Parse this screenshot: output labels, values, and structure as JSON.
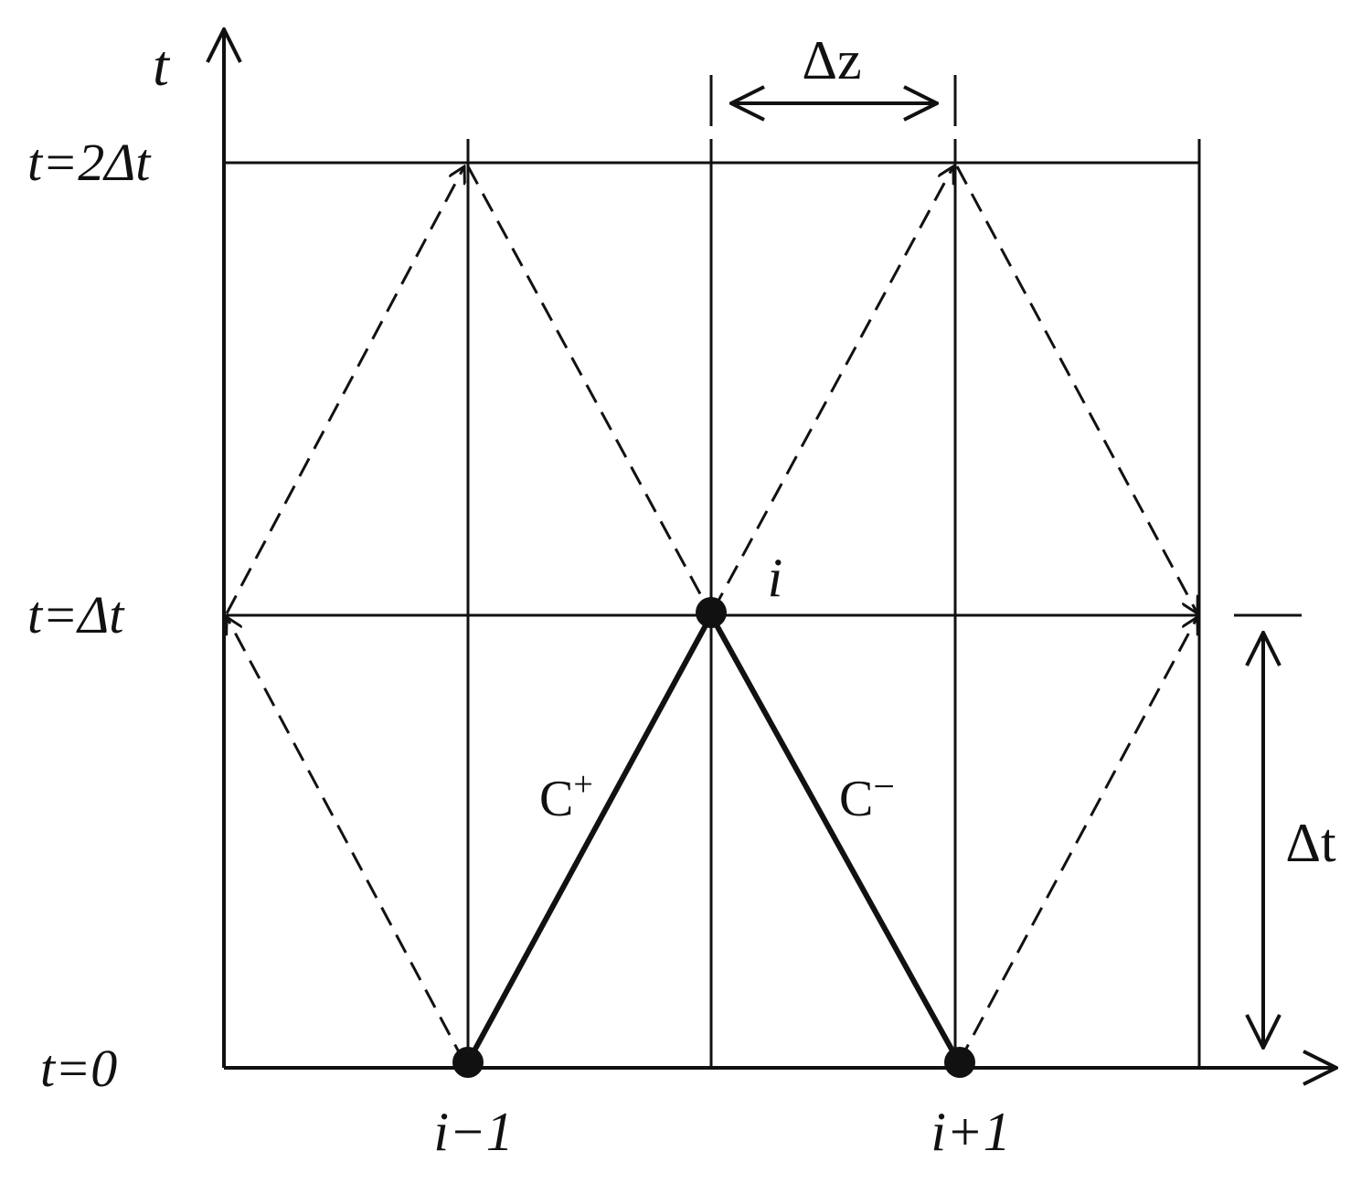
{
  "axes": {
    "t_axis_label": "t",
    "z_axis_label": ""
  },
  "time_levels": [
    {
      "label": "t=2Δt"
    },
    {
      "label": "t=Δt"
    },
    {
      "label": "t=0"
    }
  ],
  "nodes": [
    {
      "label": "i−1"
    },
    {
      "label": "i"
    },
    {
      "label": "i+1"
    }
  ],
  "characteristics": {
    "c_plus": {
      "base": "C",
      "sup": "+"
    },
    "c_minus": {
      "base": "C",
      "sup": "−"
    }
  },
  "spacing": {
    "dz_label": "Δz",
    "dt_label": "Δt"
  },
  "colors": {
    "ink": "#111111",
    "background": "#ffffff"
  }
}
